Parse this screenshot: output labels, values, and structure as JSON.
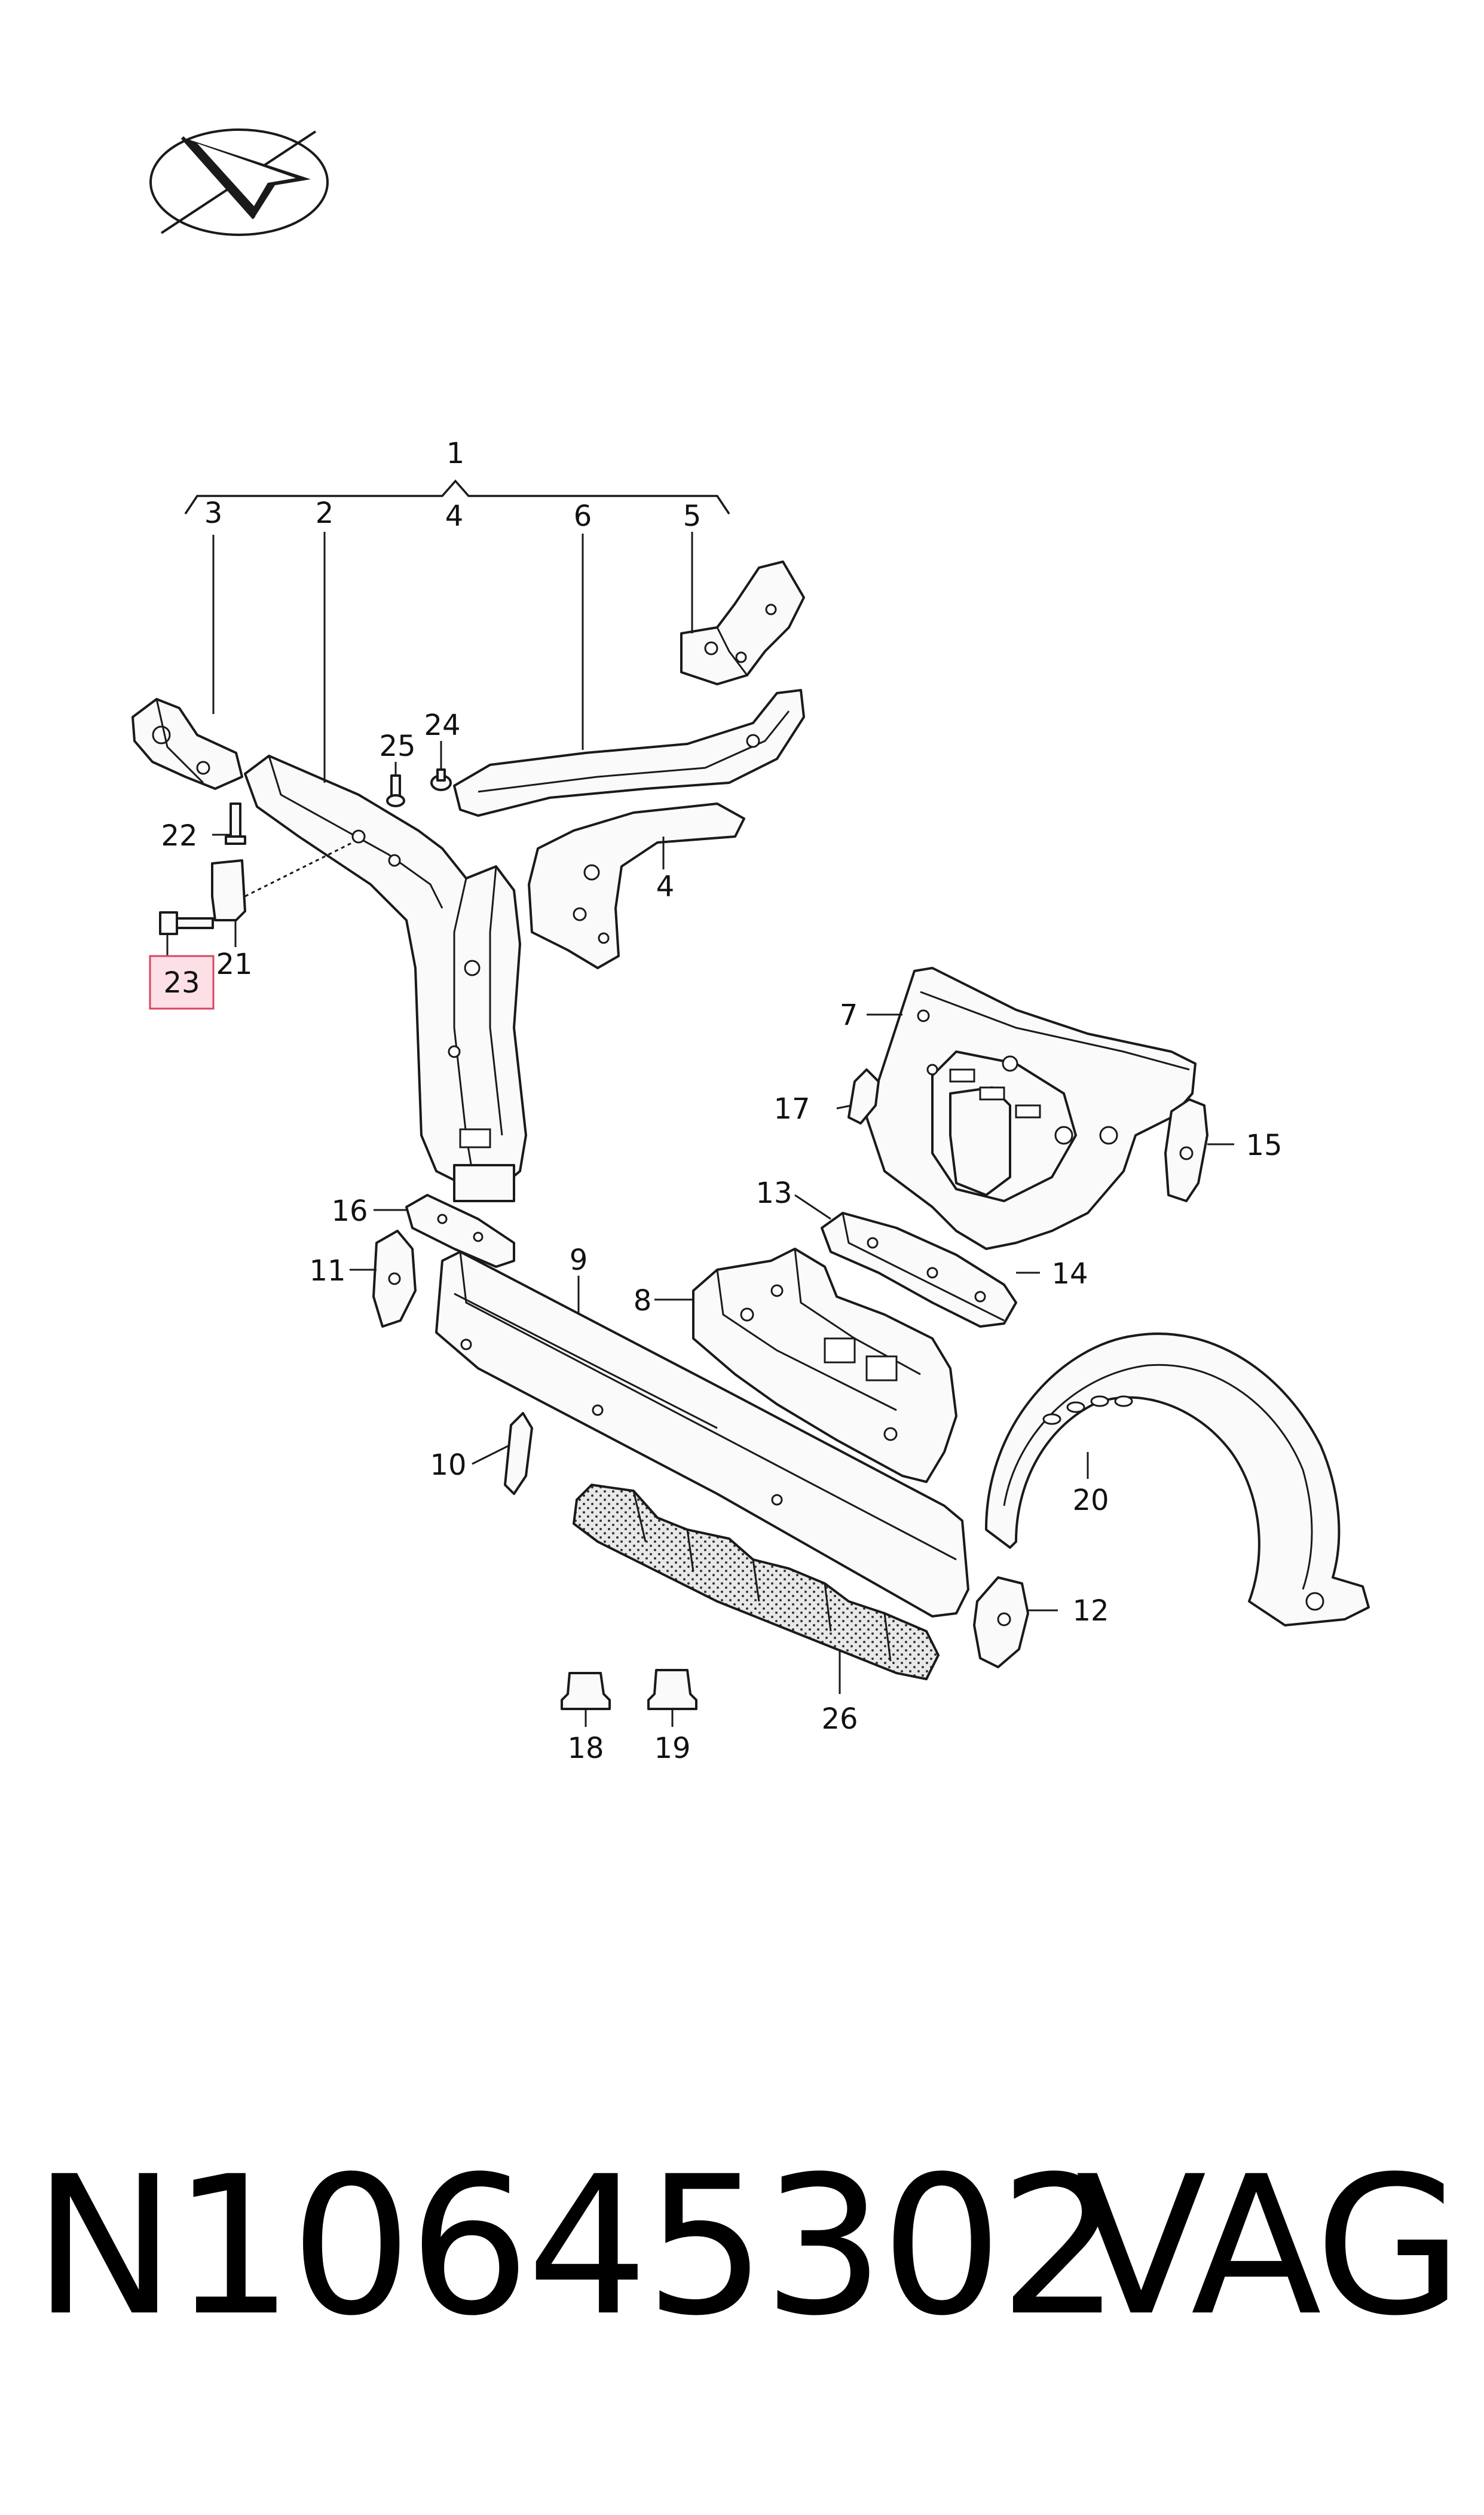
{
  "diagram": {
    "callouts": {
      "c1": "1",
      "c2": "2",
      "c3": "3",
      "c4a": "4",
      "c4b": "4",
      "c5": "5",
      "c6": "6",
      "c7": "7",
      "c8": "8",
      "c9": "9",
      "c10": "10",
      "c11": "11",
      "c12": "12",
      "c13": "13",
      "c14": "14",
      "c15": "15",
      "c16": "16",
      "c17": "17",
      "c18": "18",
      "c19": "19",
      "c20": "20",
      "c21": "21",
      "c22": "22",
      "c23": "23",
      "c24": "24",
      "c25": "25",
      "c26": "26"
    },
    "highlighted_callout": "23",
    "highlight_color": "#fde0e6",
    "highlight_border_color": "#d9455f",
    "orientation_icon": "direction-arrow-icon"
  },
  "footer": {
    "part_number": "N10645302",
    "brand": "VAG"
  }
}
